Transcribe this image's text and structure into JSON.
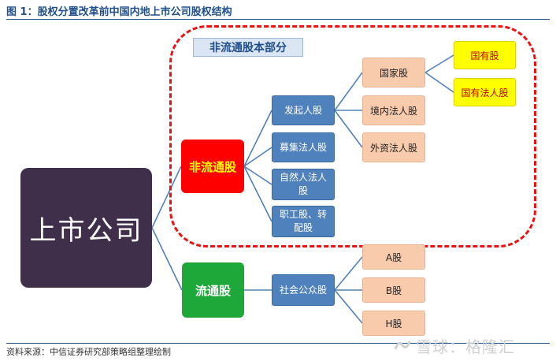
{
  "header": {
    "title": "图 1：股权分置改革前中国内地上市公司股权结构"
  },
  "footer": {
    "source": "资料来源：中信证券研究部策略组整理绘制"
  },
  "watermark": {
    "text": "雪球：格隆汇",
    "icon": "snowball-logo-icon"
  },
  "region": {
    "label": "非流通股本部分",
    "border_color": "#ee1111"
  },
  "nodes": {
    "company": "上市公司",
    "nonflow": "非流通股",
    "flow": "流通股",
    "sponsor": "发起人股",
    "raised": "募集法人股",
    "natural": "自然人法人股",
    "employee": "职工股、转配股",
    "public": "社会公众股",
    "state_shares": "国家股",
    "domestic": "境内法人股",
    "foreign": "外资法人股",
    "a_share": "A股",
    "b_share": "B股",
    "h_share": "H股",
    "state_owned": "国有股",
    "state_legal": "国有法人股"
  },
  "colors": {
    "company": "#3f2f4a",
    "nonflow": "#ff0000",
    "flow": "#1fa83a",
    "mid": "#4f81bd",
    "leaf": "#f8cbad",
    "yellow": "#ffff00",
    "title": "#1f4e8c"
  }
}
